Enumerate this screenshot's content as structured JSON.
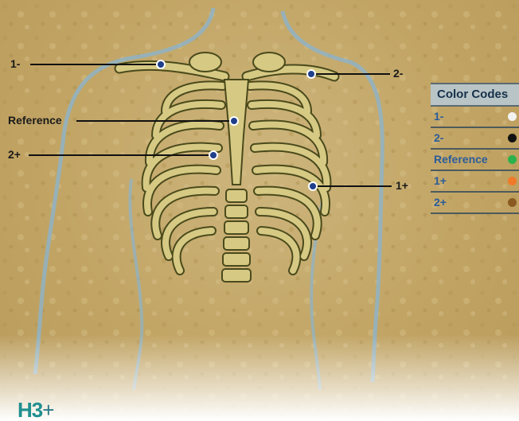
{
  "callouts": [
    {
      "id": "1-",
      "label": "1-"
    },
    {
      "id": "2-",
      "label": "2-"
    },
    {
      "id": "reference",
      "label": "Reference"
    },
    {
      "id": "2+",
      "label": "2+"
    },
    {
      "id": "1+",
      "label": "1+"
    }
  ],
  "legend": {
    "title": "Color Codes",
    "items": [
      {
        "label": "1-",
        "color": "#f2f2f2"
      },
      {
        "label": "2-",
        "color": "#111111"
      },
      {
        "label": "Reference",
        "color": "#2bb24c"
      },
      {
        "label": "1+",
        "color": "#f07a2a"
      },
      {
        "label": "2+",
        "color": "#8a5a22"
      }
    ]
  },
  "brand": {
    "main": "H3",
    "suffix": "+"
  },
  "colors": {
    "background": "#c4a868",
    "bone": "#d6c983",
    "bone_outline": "#4a4a1c",
    "electrode": "#1f3f8a",
    "body_outline": "#8fb3c6"
  }
}
